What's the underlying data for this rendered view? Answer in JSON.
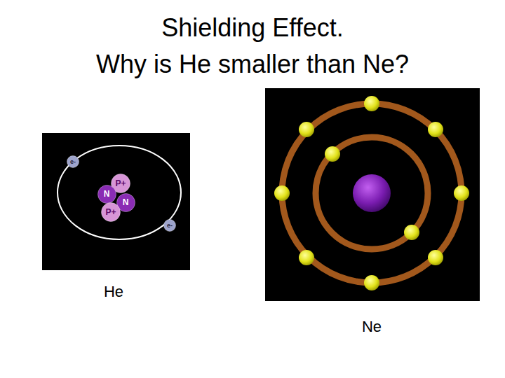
{
  "diagram": {
    "title": "Shielding Effect.",
    "nodes": [
      {
        "text": [
          "e-"
        ]
      },
      {
        "text": [
          "P+"
        ]
      },
      {
        "text": [
          "N"
        ]
      },
      {
        "text": [
          "N"
        ]
      },
      {
        "text": [
          "P+"
        ]
      },
      {
        "text": [
          "e-"
        ]
      }
    ],
    "labels": [
      "Why is He smaller than Ne?",
      "He",
      "Ne"
    ]
  }
}
